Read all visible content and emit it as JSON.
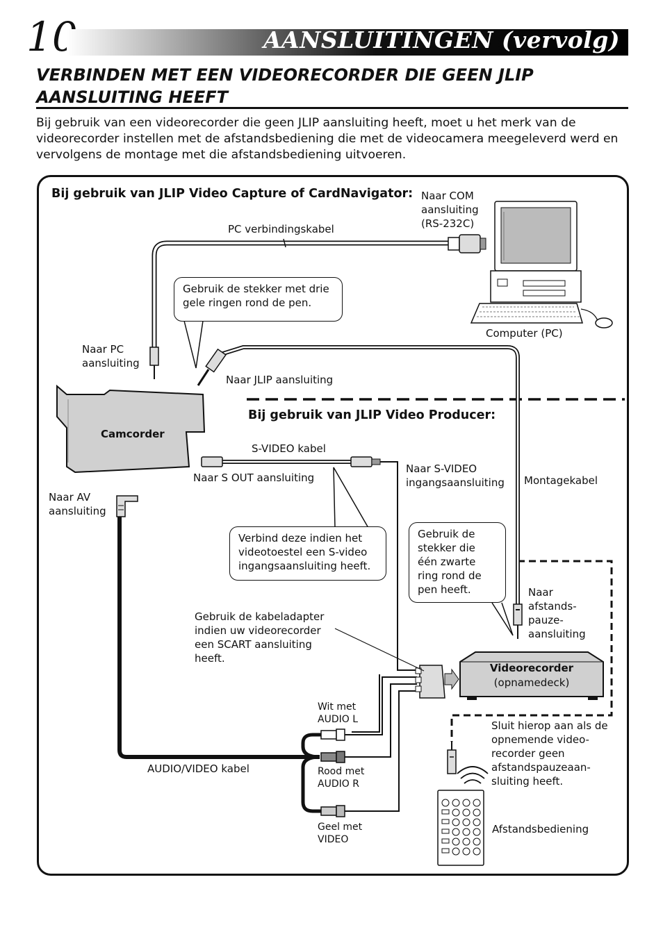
{
  "header": {
    "page_number": "10",
    "title": "AANSLUITINGEN  (vervolg)"
  },
  "section": {
    "title": "VERBINDEN MET EEN VIDEORECORDER DIE GEEN JLIP AANSLUITING HEEFT",
    "intro": "Bij gebruik van een videorecorder die geen JLIP aansluiting heeft, moet u het merk van de videorecorder instellen met de afstandsbediening die met de videocamera meegeleverd werd en vervolgens de montage met die afstandsbediening uitvoeren."
  },
  "diagram": {
    "heading_capture": "Bij gebruik van JLIP Video Capture of CardNavigator:",
    "heading_producer": "Bij gebruik van JLIP Video Producer:",
    "pc_cable": "PC verbindingskabel",
    "com_port": "Naar COM aansluiting (RS-232C)",
    "computer": "Computer (PC)",
    "callout_yellow": "Gebruik de stekker met drie gele ringen rond de pen.",
    "to_pc": "Naar PC aansluiting",
    "to_jlip": "Naar JLIP aansluiting",
    "camcorder": "Camcorder",
    "svideo_cable": "S-VIDEO kabel",
    "to_s_out": "Naar S OUT aansluiting",
    "to_svideo_in": "Naar S-VIDEO ingangsaansluiting",
    "edit_cable": "Montagekabel",
    "to_av": "Naar AV aansluiting",
    "callout_svideo": "Verbind deze indien het videotoestel een S-video ingangsaansluiting heeft.",
    "callout_black": "Gebruik de stekker die één zwarte ring rond de pen heeft.",
    "to_pause": "Naar afstands- pauze- aansluiting",
    "scart_note": "Gebruik de kabeladapter indien uw videorecorder een SCART aansluiting heeft.",
    "vcr_name": "Videorecorder",
    "vcr_sub": "(opnamedeck)",
    "white_audio": "Wit met AUDIO L",
    "red_audio": "Rood met AUDIO R",
    "yellow_video": "Geel met VIDEO",
    "av_cable": "AUDIO/VIDEO kabel",
    "connect_note": "Sluit hierop aan als de opnemende video- recorder geen afstandspauzeaan- sluiting heeft.",
    "remote": "Afstandsbediening"
  }
}
